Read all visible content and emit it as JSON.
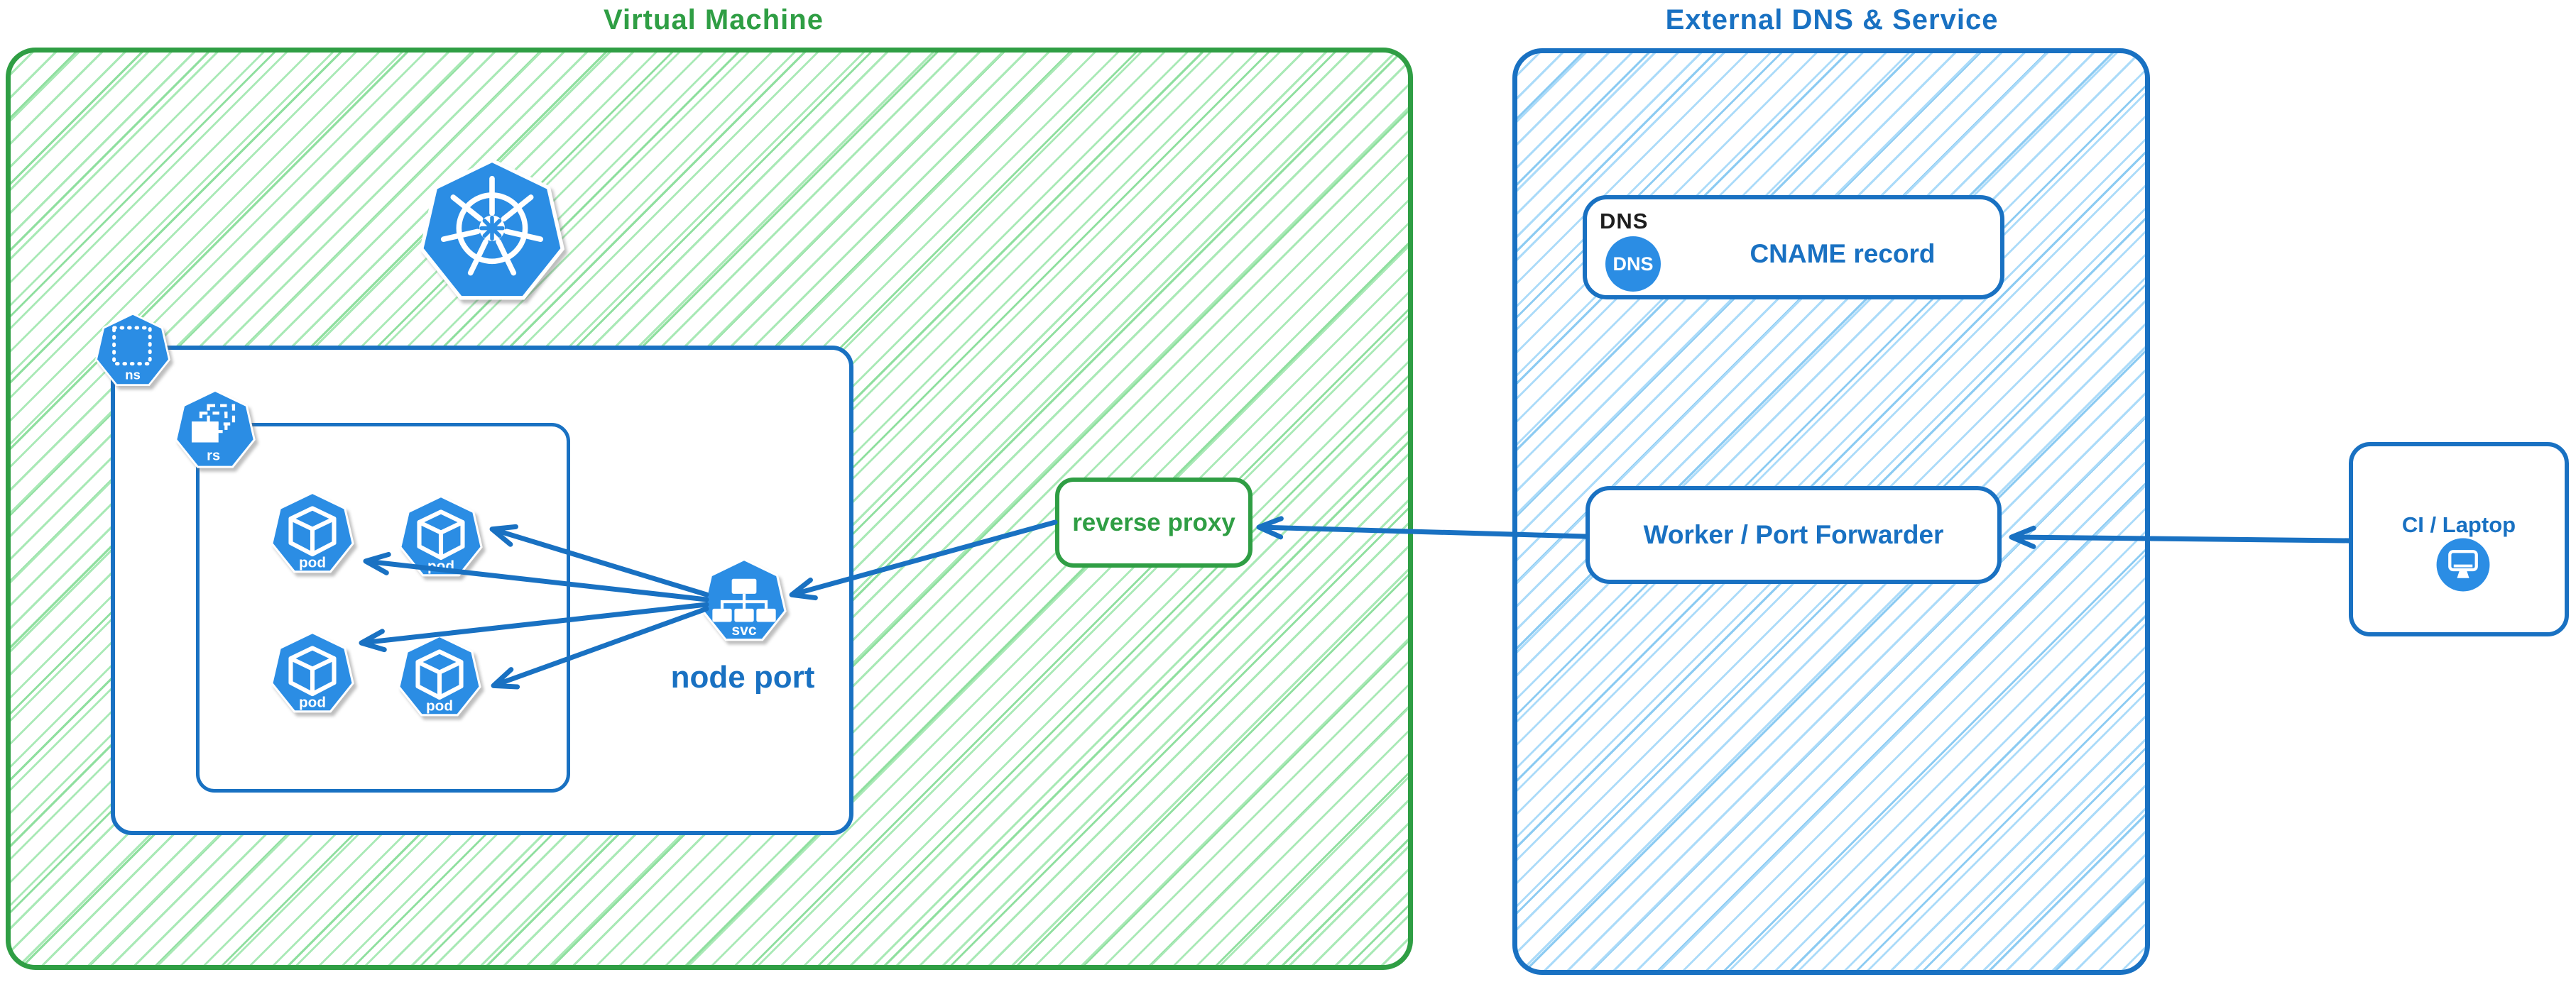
{
  "vm": {
    "title": "Virtual Machine",
    "kubernetes": {
      "namespace_label": "ns",
      "replicaset_label": "rs",
      "pods": [
        "pod",
        "pod",
        "pod",
        "pod"
      ],
      "service_label": "svc",
      "node_port_label": "node port"
    },
    "reverse_proxy_label": "reverse proxy"
  },
  "external": {
    "title": "External DNS & Service",
    "dns": {
      "header": "DNS",
      "badge": "DNS",
      "record": "CNAME record"
    },
    "worker_label": "Worker / Port Forwarder"
  },
  "client": {
    "label": "CI / Laptop"
  },
  "icons": {
    "kubernetes_logo": "kubernetes-wheel-icon",
    "namespace": "namespace-icon",
    "replicaset": "replicaset-icon",
    "pod": "pod-cube-icon",
    "service": "service-tree-icon",
    "dns": "dns-badge-icon",
    "client": "monitor-icon"
  },
  "colors": {
    "green_stroke": "#2f9e44",
    "green_hatch": "#a9e9b6",
    "blue_stroke": "#1971c2",
    "blue_hatch": "#abdbf9",
    "icon_blue": "#2b8de4",
    "dns_header_text": "#1e1e1e"
  },
  "edges": [
    {
      "from": "service",
      "to": "pod-1"
    },
    {
      "from": "service",
      "to": "pod-2"
    },
    {
      "from": "service",
      "to": "pod-3"
    },
    {
      "from": "service",
      "to": "pod-4"
    },
    {
      "from": "reverse-proxy",
      "to": "service"
    },
    {
      "from": "worker-port-forwarder",
      "to": "reverse-proxy"
    },
    {
      "from": "ci-laptop",
      "to": "worker-port-forwarder"
    }
  ]
}
